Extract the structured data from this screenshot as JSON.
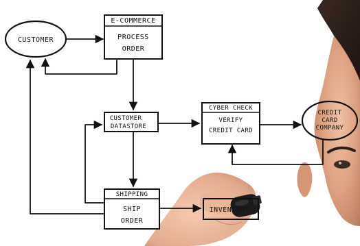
{
  "diagram": {
    "nodes": {
      "customer": {
        "label": "CUSTOMER"
      },
      "ecommerce": {
        "header": "E-COMMERCE",
        "lines": [
          "PROCESS",
          "ORDER"
        ]
      },
      "customer_database": {
        "lines": [
          "CUSTOMER",
          "DATASTORE"
        ]
      },
      "cyber_check": {
        "header": "CYBER CHECK",
        "lines": [
          "VERIFY",
          "CREDIT CARD"
        ]
      },
      "credit_card_company": {
        "lines": [
          "CREDIT",
          "CARD",
          "COMPANY"
        ]
      },
      "shipping": {
        "header": "SHIPPING",
        "lines": [
          "SHIP",
          "ORDER"
        ]
      },
      "inventory": {
        "label": "INVENTORY"
      }
    },
    "edges": [
      {
        "from": "customer",
        "to": "ecommerce"
      },
      {
        "from": "ecommerce",
        "to": "customer"
      },
      {
        "from": "ecommerce",
        "to": "customer_database"
      },
      {
        "from": "customer_database",
        "to": "cyber_check"
      },
      {
        "from": "cyber_check",
        "to": "credit_card_company"
      },
      {
        "from": "credit_card_company",
        "to": "cyber_check"
      },
      {
        "from": "customer_database",
        "to": "shipping"
      },
      {
        "from": "shipping",
        "to": "customer_database"
      },
      {
        "from": "shipping",
        "to": "inventory"
      },
      {
        "from": "shipping",
        "to": "customer"
      }
    ]
  },
  "colors": {
    "ink": "#111111",
    "background": "#ffffff",
    "skin": "#e9b497",
    "hair": "#2a1d17"
  }
}
